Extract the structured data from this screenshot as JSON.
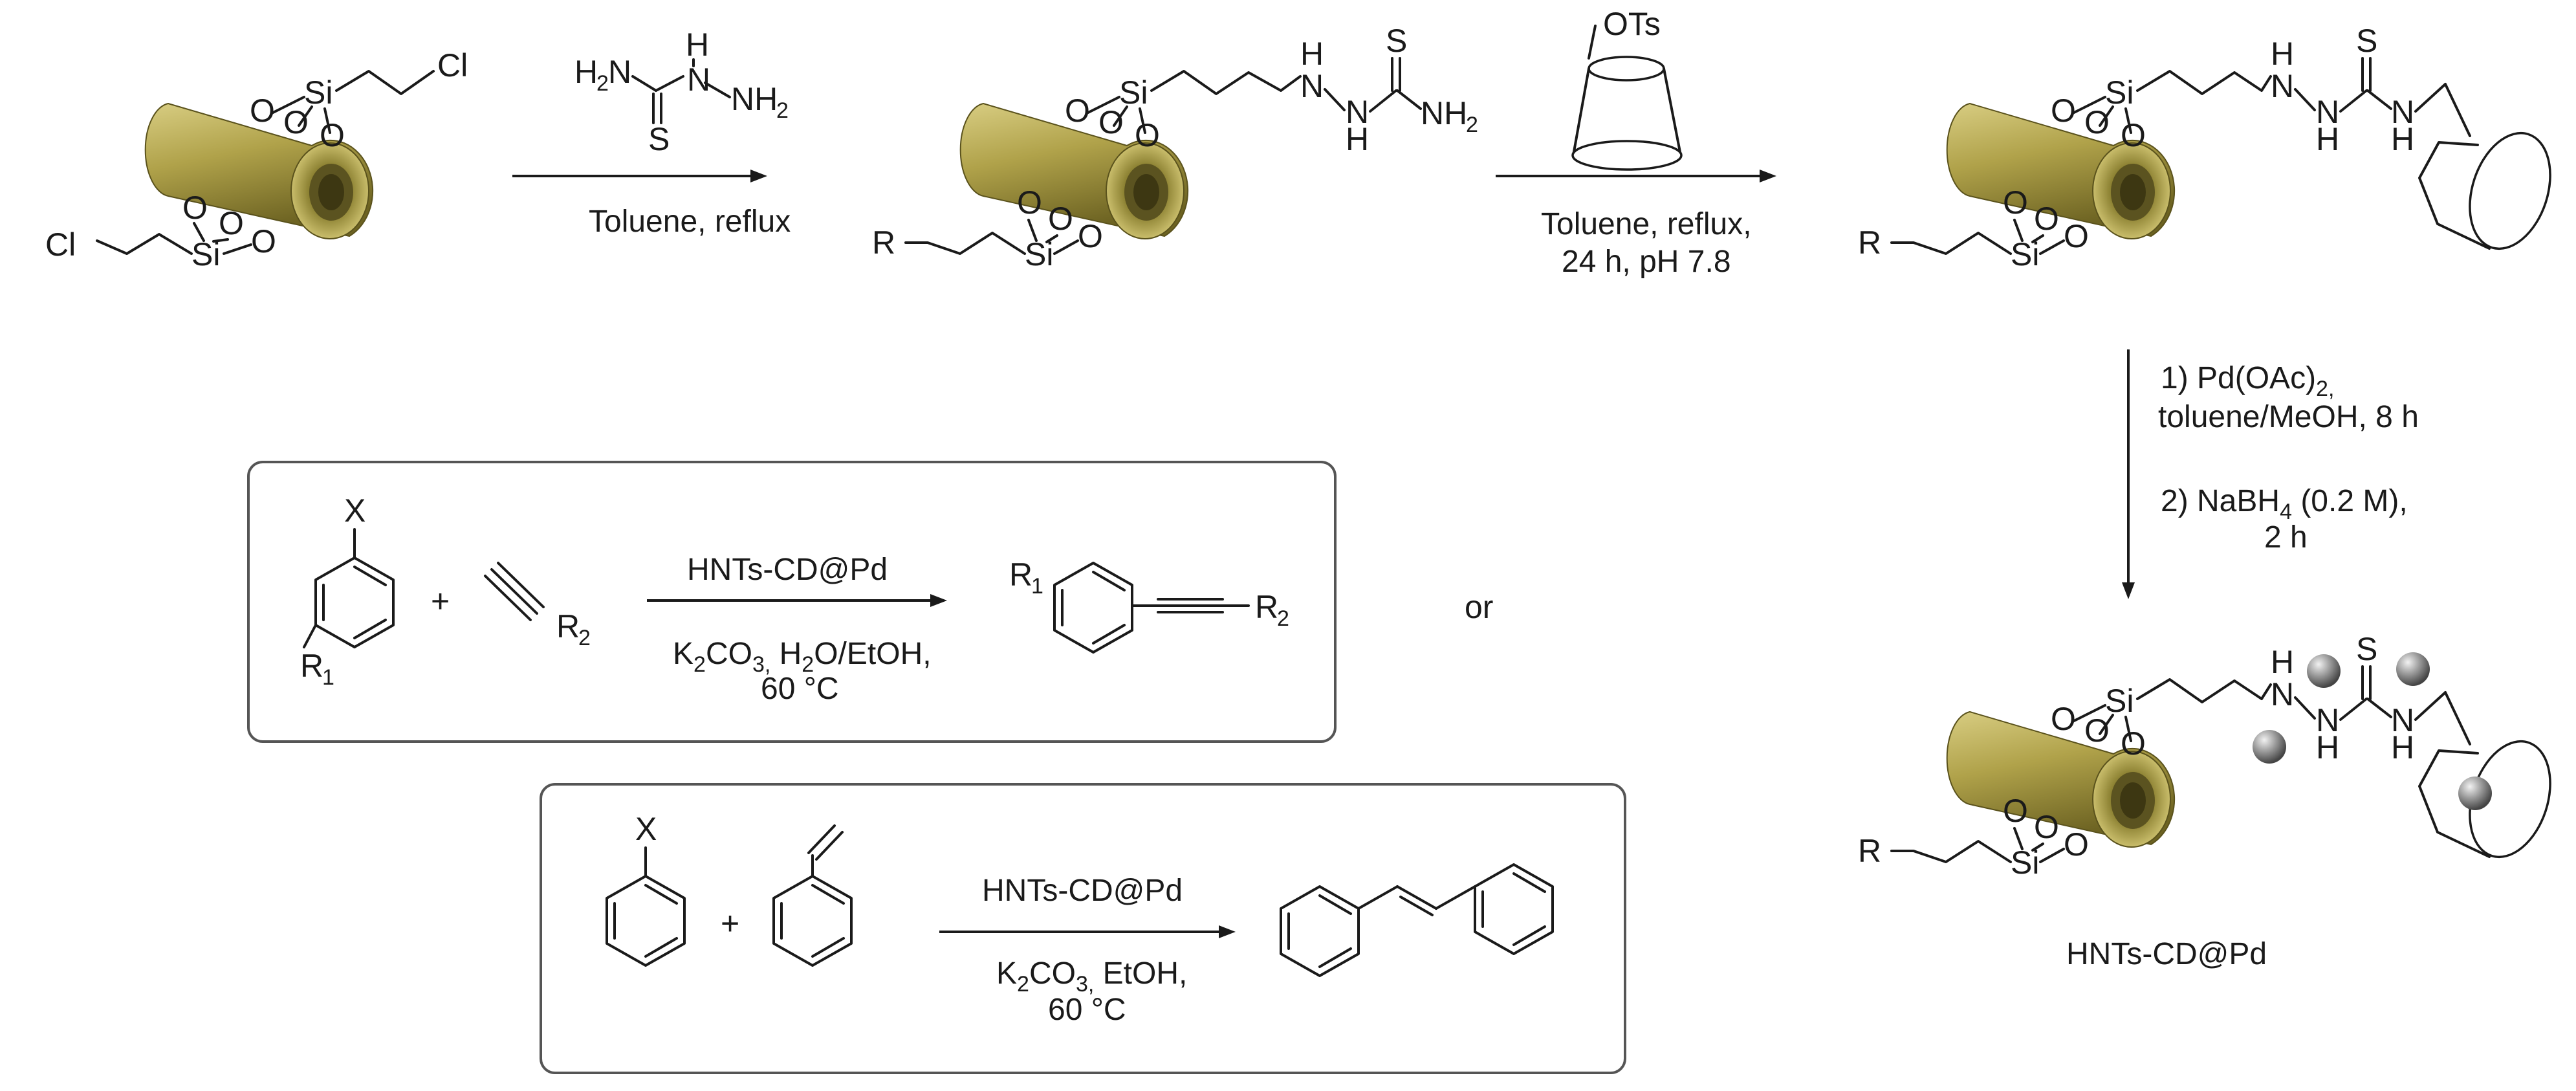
{
  "colors": {
    "tube_body": "#b0a24a",
    "tube_dark": "#6d6322",
    "tube_light": "#d8cd82",
    "ink": "#1a1a1a",
    "box_border": "#555555",
    "pd_sphere": "#9a9a9a"
  },
  "atoms": {
    "o": "O",
    "si": "Si",
    "cl": "Cl",
    "r": "R",
    "s": "S",
    "h": "H",
    "n": "N",
    "x": "X",
    "nh2": "NH",
    "nh2_sub": "2",
    "h2n": "H",
    "h2n_sub": "2",
    "h2n_n": "N",
    "ots": "OTs",
    "r1": "R",
    "r1_sub": "1",
    "r2": "R",
    "r2_sub": "2"
  },
  "step1": {
    "conditions": "Toluene, reflux"
  },
  "step2": {
    "conditions_line1": "Toluene, reflux,",
    "conditions_line2": "24 h, pH 7.8"
  },
  "step3": {
    "line1": "1) Pd(OAc)",
    "line1_sub": "2,",
    "line2": "toluene/MeOH, 8 h",
    "line3": "2) NaBH",
    "line3_sub": "4",
    "line3_rest": " (0.2 M),",
    "line4": "2 h"
  },
  "catalyst_label": "HNTs-CD@Pd",
  "or_label": "or",
  "sonogashira": {
    "catalyst": "HNTs-CD@Pd",
    "base": "K",
    "base_sub": "2",
    "base_mid": "CO",
    "base_sub2": "3,",
    "solvent": " H",
    "solvent_sub": "2",
    "solvent_rest": "O/EtOH,",
    "temp": "60 °C",
    "plus": "+"
  },
  "heck": {
    "catalyst": "HNTs-CD@Pd",
    "base": "K",
    "base_sub": "2",
    "base_mid": "CO",
    "base_sub2": "3,",
    "solvent": " EtOH,",
    "temp": "60 °C",
    "plus": "+"
  }
}
